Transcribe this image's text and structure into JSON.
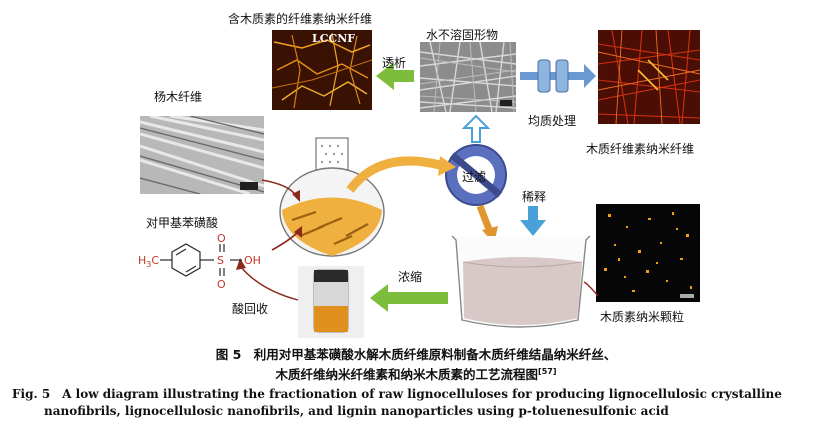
{
  "labels": {
    "lccnf_title": "含木质素的纤维素纳米纤维",
    "lccnf_tag": "LCCNF",
    "insoluble": "水不溶固形物",
    "dialysis": "透析",
    "homogenize": "均质处理",
    "lcnf": "木质纤维素纳米纤维",
    "poplar": "杨木纤维",
    "ptsa": "对甲基苯磺酸",
    "filter": "过滤",
    "dilute": "稀释",
    "concentrate": "浓缩",
    "acid_recovery": "酸回收",
    "lnp": "木质素纳米颗粒"
  },
  "chemical": {
    "ch3": "H",
    "ch3_sub": "3",
    "ch3_c": "C",
    "s": "S",
    "o_top": "O",
    "o_bottom": "O",
    "oh": "OH"
  },
  "caption": {
    "cn_line1": "图 5　利用对甲基苯磺酸水解木质纤维原料制备木质纤维结晶纳米纤丝、",
    "cn_line2": "木质纤维纳米纤维素和纳米木质素的工艺流程图",
    "cn_ref": "[57]",
    "en_line1": "Fig. 5　A low diagram illustrating the fractionation of raw lignocelluloses for producing lignocellulosic crystalline",
    "en_line2": "nanofibrils, lignocellulosic nanofibrils, and lignin nanoparticles using p-toluenesulfonic acid"
  },
  "colors": {
    "green_arrow": "#7cbd3c",
    "blue_arrow": "#4aa0d8",
    "orange_arrow": "#e0962e",
    "brown_arrow": "#8a2a1c",
    "filter_ring": "#4a5aa8",
    "chem_red": "#c0392b",
    "flask_liquid": "#f0b040"
  }
}
